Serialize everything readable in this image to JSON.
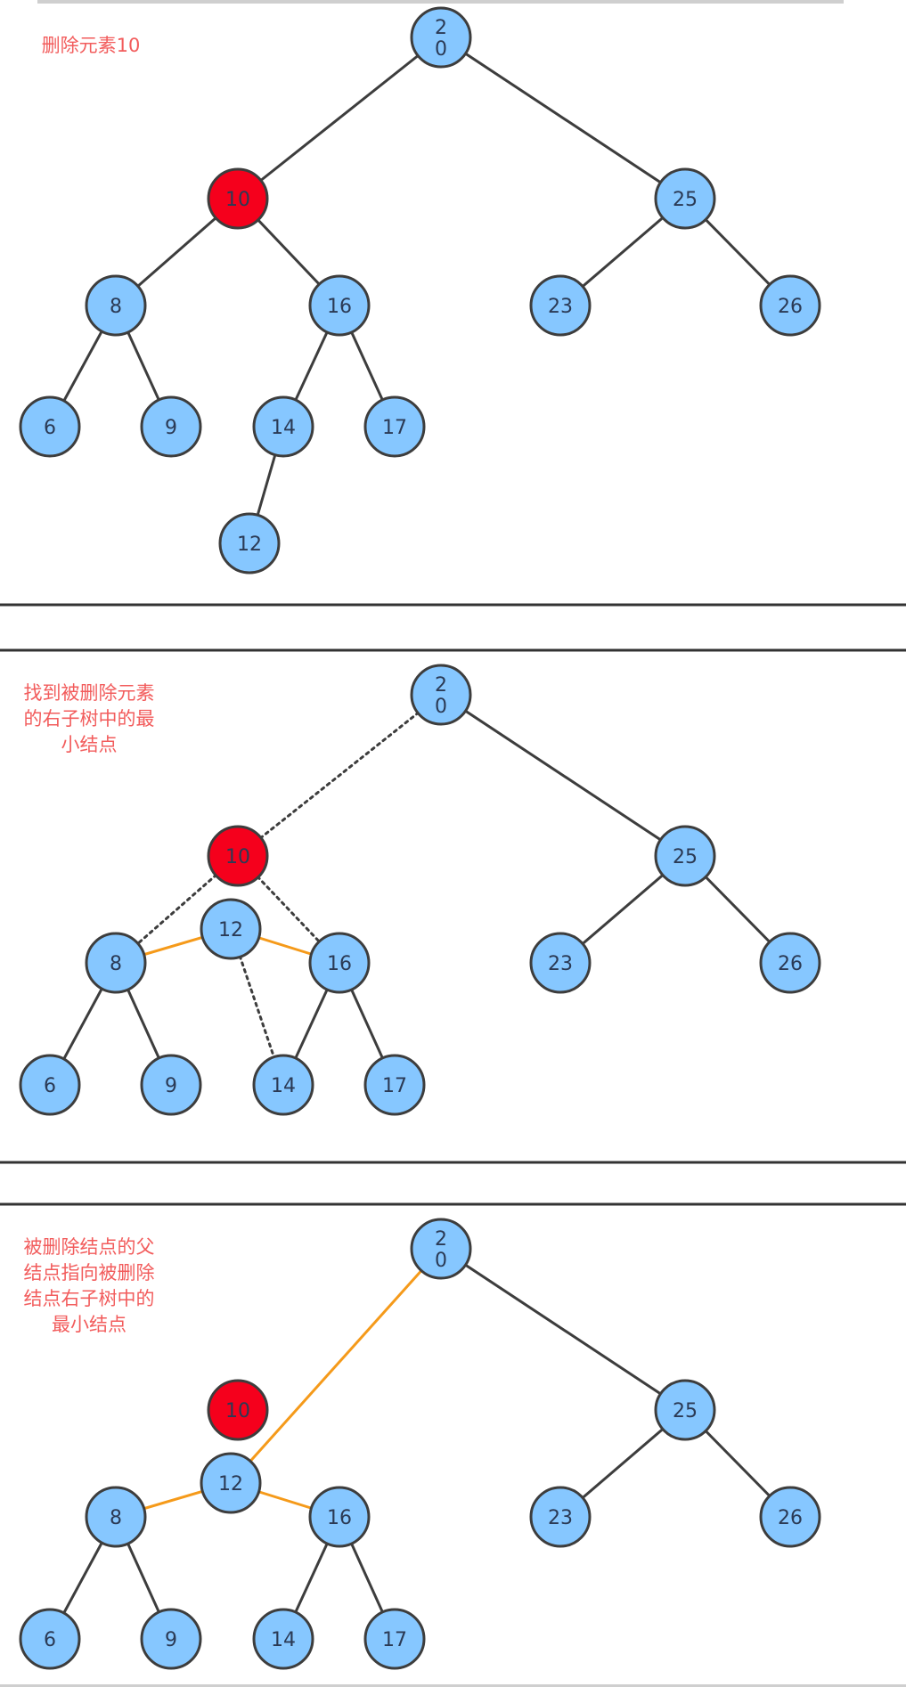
{
  "colors": {
    "node_fill": "#86c7ff",
    "node_stroke": "#3d3d3d",
    "deleted_fill": "#f5001c",
    "edge": "#3d3d3d",
    "highlight_edge": "#f59a1a",
    "caption": "#f25c5c",
    "separator": "#333333"
  },
  "panels": [
    {
      "caption": "删除元素10",
      "nodes": [
        {
          "id": "n20",
          "label": "2\n0",
          "deleted": false
        },
        {
          "id": "n10",
          "label": "10",
          "deleted": true
        },
        {
          "id": "n25",
          "label": "25",
          "deleted": false
        },
        {
          "id": "n8",
          "label": "8",
          "deleted": false
        },
        {
          "id": "n16",
          "label": "16",
          "deleted": false
        },
        {
          "id": "n23",
          "label": "23",
          "deleted": false
        },
        {
          "id": "n26",
          "label": "26",
          "deleted": false
        },
        {
          "id": "n6",
          "label": "6",
          "deleted": false
        },
        {
          "id": "n9",
          "label": "9",
          "deleted": false
        },
        {
          "id": "n14",
          "label": "14",
          "deleted": false
        },
        {
          "id": "n17",
          "label": "17",
          "deleted": false
        },
        {
          "id": "n12",
          "label": "12",
          "deleted": false
        }
      ],
      "edges": [
        {
          "from": "n20",
          "to": "n10",
          "style": "solid"
        },
        {
          "from": "n20",
          "to": "n25",
          "style": "solid"
        },
        {
          "from": "n10",
          "to": "n8",
          "style": "solid"
        },
        {
          "from": "n10",
          "to": "n16",
          "style": "solid"
        },
        {
          "from": "n25",
          "to": "n23",
          "style": "solid"
        },
        {
          "from": "n25",
          "to": "n26",
          "style": "solid"
        },
        {
          "from": "n8",
          "to": "n6",
          "style": "solid"
        },
        {
          "from": "n8",
          "to": "n9",
          "style": "solid"
        },
        {
          "from": "n16",
          "to": "n14",
          "style": "solid"
        },
        {
          "from": "n16",
          "to": "n17",
          "style": "solid"
        },
        {
          "from": "n14",
          "to": "n12",
          "style": "solid"
        }
      ]
    },
    {
      "caption": "找到被删除元素\n的右子树中的最\n小结点",
      "nodes": [
        {
          "id": "n20",
          "label": "2\n0",
          "deleted": false
        },
        {
          "id": "n10",
          "label": "10",
          "deleted": true
        },
        {
          "id": "n25",
          "label": "25",
          "deleted": false
        },
        {
          "id": "n12",
          "label": "12",
          "deleted": false
        },
        {
          "id": "n8",
          "label": "8",
          "deleted": false
        },
        {
          "id": "n16",
          "label": "16",
          "deleted": false
        },
        {
          "id": "n23",
          "label": "23",
          "deleted": false
        },
        {
          "id": "n26",
          "label": "26",
          "deleted": false
        },
        {
          "id": "n6",
          "label": "6",
          "deleted": false
        },
        {
          "id": "n9",
          "label": "9",
          "deleted": false
        },
        {
          "id": "n14",
          "label": "14",
          "deleted": false
        },
        {
          "id": "n17",
          "label": "17",
          "deleted": false
        }
      ],
      "edges": [
        {
          "from": "n20",
          "to": "n10",
          "style": "dotted"
        },
        {
          "from": "n20",
          "to": "n25",
          "style": "solid"
        },
        {
          "from": "n10",
          "to": "n8",
          "style": "dotted"
        },
        {
          "from": "n10",
          "to": "n16",
          "style": "dotted"
        },
        {
          "from": "n12",
          "to": "n14",
          "style": "dotted"
        },
        {
          "from": "n12",
          "to": "n8",
          "style": "highlight"
        },
        {
          "from": "n12",
          "to": "n16",
          "style": "highlight"
        },
        {
          "from": "n25",
          "to": "n23",
          "style": "solid"
        },
        {
          "from": "n25",
          "to": "n26",
          "style": "solid"
        },
        {
          "from": "n8",
          "to": "n6",
          "style": "solid"
        },
        {
          "from": "n8",
          "to": "n9",
          "style": "solid"
        },
        {
          "from": "n16",
          "to": "n14",
          "style": "solid"
        },
        {
          "from": "n16",
          "to": "n17",
          "style": "solid"
        }
      ]
    },
    {
      "caption": "被删除结点的父\n结点指向被删除\n结点右子树中的\n最小结点",
      "nodes": [
        {
          "id": "n20",
          "label": "2\n0",
          "deleted": false
        },
        {
          "id": "n10",
          "label": "10",
          "deleted": true
        },
        {
          "id": "n25",
          "label": "25",
          "deleted": false
        },
        {
          "id": "n12",
          "label": "12",
          "deleted": false
        },
        {
          "id": "n8",
          "label": "8",
          "deleted": false
        },
        {
          "id": "n16",
          "label": "16",
          "deleted": false
        },
        {
          "id": "n23",
          "label": "23",
          "deleted": false
        },
        {
          "id": "n26",
          "label": "26",
          "deleted": false
        },
        {
          "id": "n6",
          "label": "6",
          "deleted": false
        },
        {
          "id": "n9",
          "label": "9",
          "deleted": false
        },
        {
          "id": "n14",
          "label": "14",
          "deleted": false
        },
        {
          "id": "n17",
          "label": "17",
          "deleted": false
        }
      ],
      "edges": [
        {
          "from": "n20",
          "to": "n12",
          "style": "highlight"
        },
        {
          "from": "n20",
          "to": "n25",
          "style": "solid"
        },
        {
          "from": "n12",
          "to": "n8",
          "style": "highlight"
        },
        {
          "from": "n12",
          "to": "n16",
          "style": "highlight"
        },
        {
          "from": "n25",
          "to": "n23",
          "style": "solid"
        },
        {
          "from": "n25",
          "to": "n26",
          "style": "solid"
        },
        {
          "from": "n8",
          "to": "n6",
          "style": "solid"
        },
        {
          "from": "n8",
          "to": "n9",
          "style": "solid"
        },
        {
          "from": "n16",
          "to": "n14",
          "style": "solid"
        },
        {
          "from": "n16",
          "to": "n17",
          "style": "solid"
        }
      ]
    }
  ]
}
